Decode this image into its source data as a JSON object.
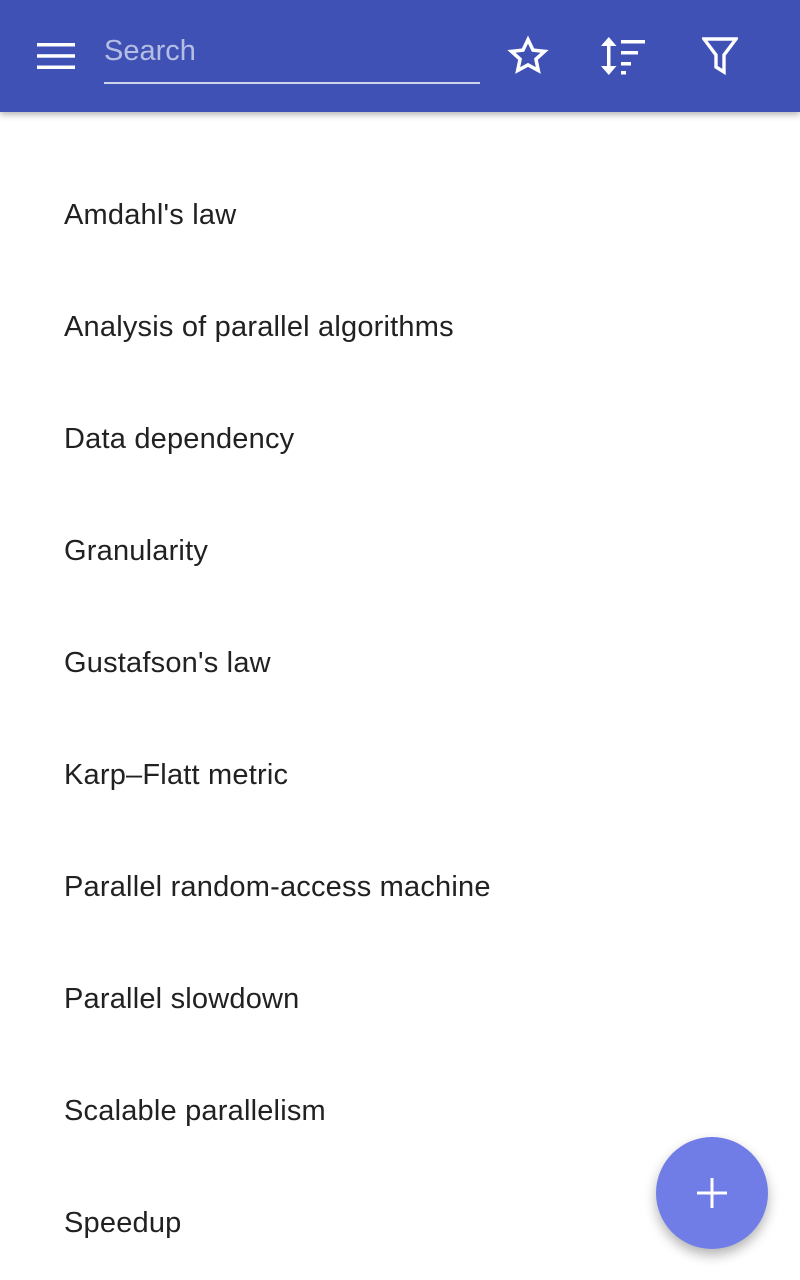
{
  "colors": {
    "appbar": "#3f51b5",
    "fab": "#717de7",
    "text": "#212121"
  },
  "toolbar": {
    "menu_icon": "hamburger-menu-icon",
    "search": {
      "placeholder": "Search",
      "value": ""
    },
    "actions": [
      {
        "name": "favorites",
        "icon": "star-outline-icon"
      },
      {
        "name": "sort",
        "icon": "sort-icon"
      },
      {
        "name": "filter",
        "icon": "filter-icon"
      }
    ]
  },
  "list": {
    "items": [
      "Amdahl's law",
      "Analysis of parallel algorithms",
      "Data dependency",
      "Granularity",
      "Gustafson's law",
      "Karp–Flatt metric",
      "Parallel random-access machine",
      "Parallel slowdown",
      "Scalable parallelism",
      "Speedup"
    ]
  },
  "fab": {
    "icon": "plus-icon"
  }
}
